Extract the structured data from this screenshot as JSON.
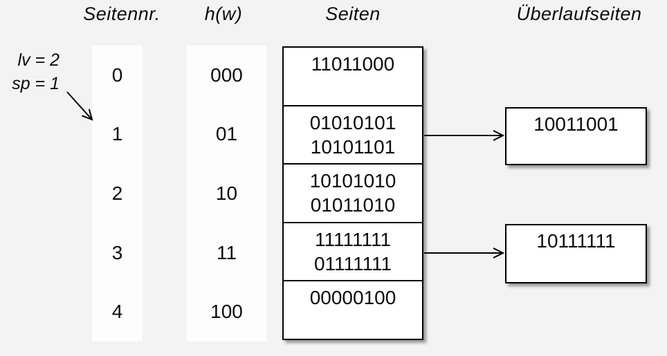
{
  "headers": {
    "page_number": "Seitennr.",
    "hash": "h(w)",
    "pages": "Seiten",
    "overflow": "Überlaufseiten"
  },
  "annotation": {
    "line1": "lv = 2",
    "line2": "sp = 1"
  },
  "page_numbers": {
    "values": [
      "0",
      "1",
      "2",
      "3",
      "4"
    ]
  },
  "hash_values": {
    "values": [
      "000",
      "01",
      "10",
      "11",
      "100"
    ]
  },
  "pages": {
    "rows": [
      {
        "lines": [
          "11011000"
        ]
      },
      {
        "lines": [
          "01010101",
          "10101101"
        ]
      },
      {
        "lines": [
          "10101010",
          "01011010"
        ]
      },
      {
        "lines": [
          "11111111",
          "01111111"
        ]
      },
      {
        "lines": [
          "00000100"
        ]
      }
    ]
  },
  "overflow_pages": {
    "boxes": [
      {
        "value": "10011001",
        "linked_row": "1"
      },
      {
        "value": "10111111",
        "linked_row": "3"
      }
    ]
  },
  "colors": {
    "background": "#f3f3f3",
    "strip": "#fdfdfd",
    "box_background": "#ffffff",
    "border": "#000000",
    "text": "#0c0c0c"
  }
}
